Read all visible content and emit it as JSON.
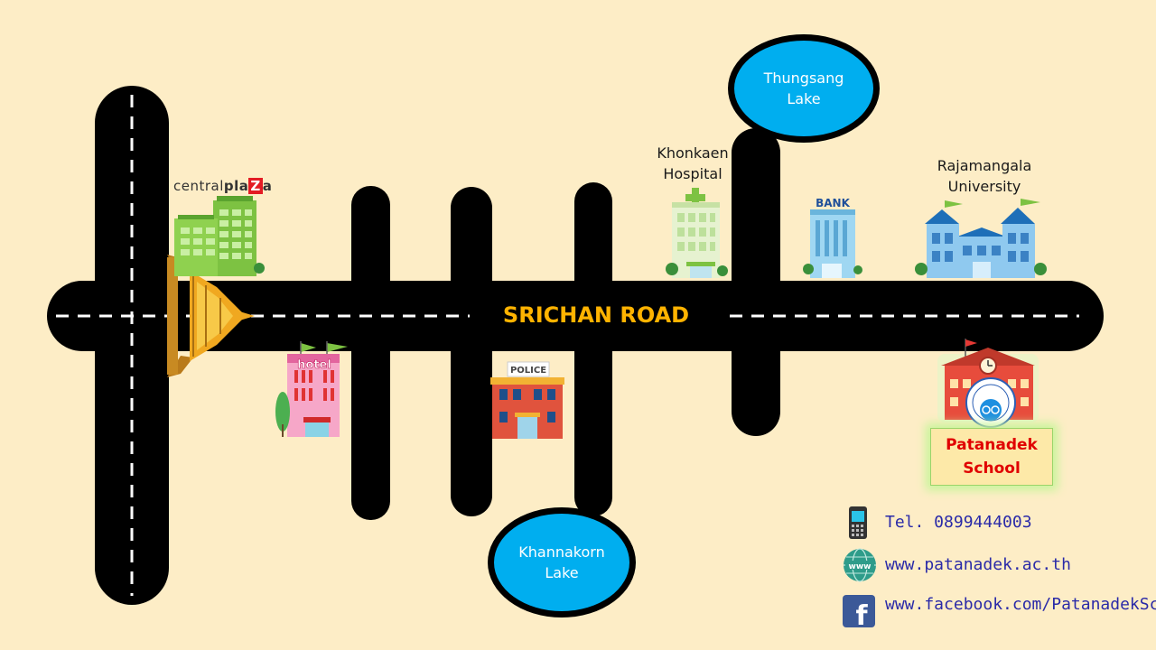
{
  "road": {
    "name": "SRICHAN ROAD"
  },
  "landmarks": {
    "central_plaza": {
      "light": "central",
      "bold_pre": "pla",
      "bold_z": "Z",
      "bold_post": "a"
    },
    "hotel": {
      "sign": "hotel"
    },
    "police": {
      "sign": "POLICE"
    },
    "hospital": {
      "line1": "Khonkaen",
      "line2": "Hospital"
    },
    "bank": {
      "sign": "BANK"
    },
    "university": {
      "line1": "Rajamangala",
      "line2": "University"
    },
    "school": {
      "line1": "Patanadek",
      "line2": "School"
    }
  },
  "lakes": {
    "thungsang": {
      "line1": "Thungsang",
      "line2": "Lake"
    },
    "khannakorn": {
      "line1": "Khannakorn",
      "line2": "Lake"
    }
  },
  "contact": {
    "phone": "Tel. 0899444003",
    "website": "www.patanadek.ac.th",
    "facebook": "www.facebook.com/PatanadekSchool",
    "icons": [
      "mobile-phone-icon",
      "globe-www-icon",
      "facebook-icon"
    ]
  },
  "colors": {
    "background": "#fdedc6",
    "road": "#000000",
    "lake": "#00aeef",
    "road_name": "#ffb300",
    "school_label": "#e00000",
    "contact_text": "#2a2aa8"
  }
}
